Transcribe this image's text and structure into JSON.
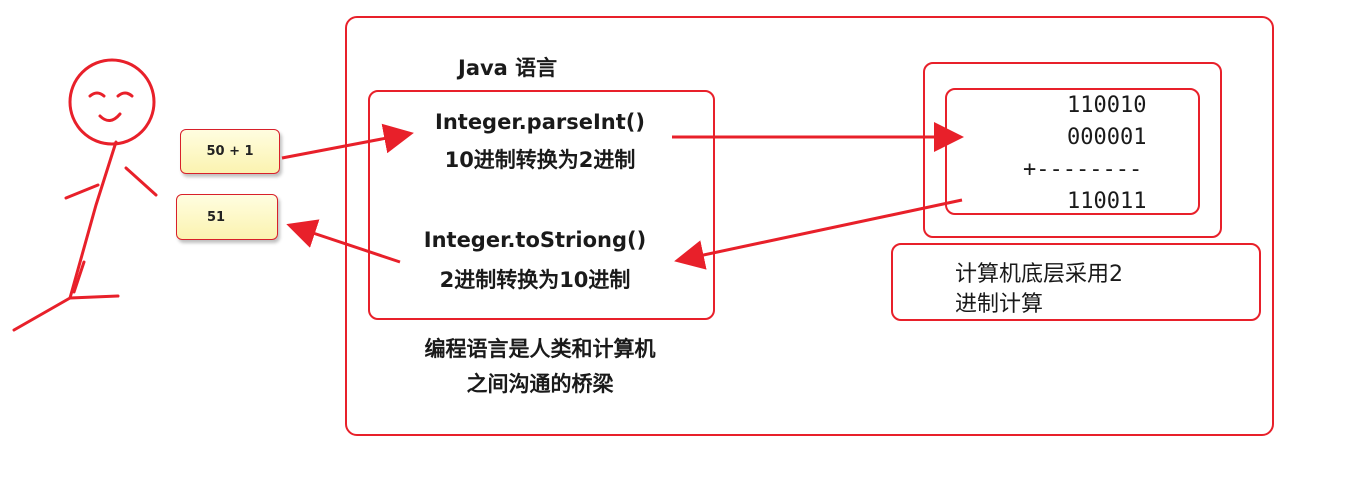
{
  "input_note": "50 + 1",
  "output_note": "51",
  "java_title": "Java 语言",
  "java_box": {
    "parse_func": "Integer.parseInt()",
    "parse_desc": "10进制转换为2进制",
    "tostring_func": "Integer.toStriong()",
    "tostring_desc": "2进制转换为10进制"
  },
  "bridge_caption": {
    "line1": "编程语言是人类和计算机",
    "line2": "之间沟通的桥梁"
  },
  "binary_calc": {
    "line1": "110010",
    "line2": "000001",
    "line3": "+--------",
    "line4": "110011"
  },
  "computer_note": {
    "line1": "计算机底层采用2",
    "line2": "进制计算"
  },
  "colors": {
    "accent": "#e8202a",
    "note_fill": "#fff8c8"
  }
}
